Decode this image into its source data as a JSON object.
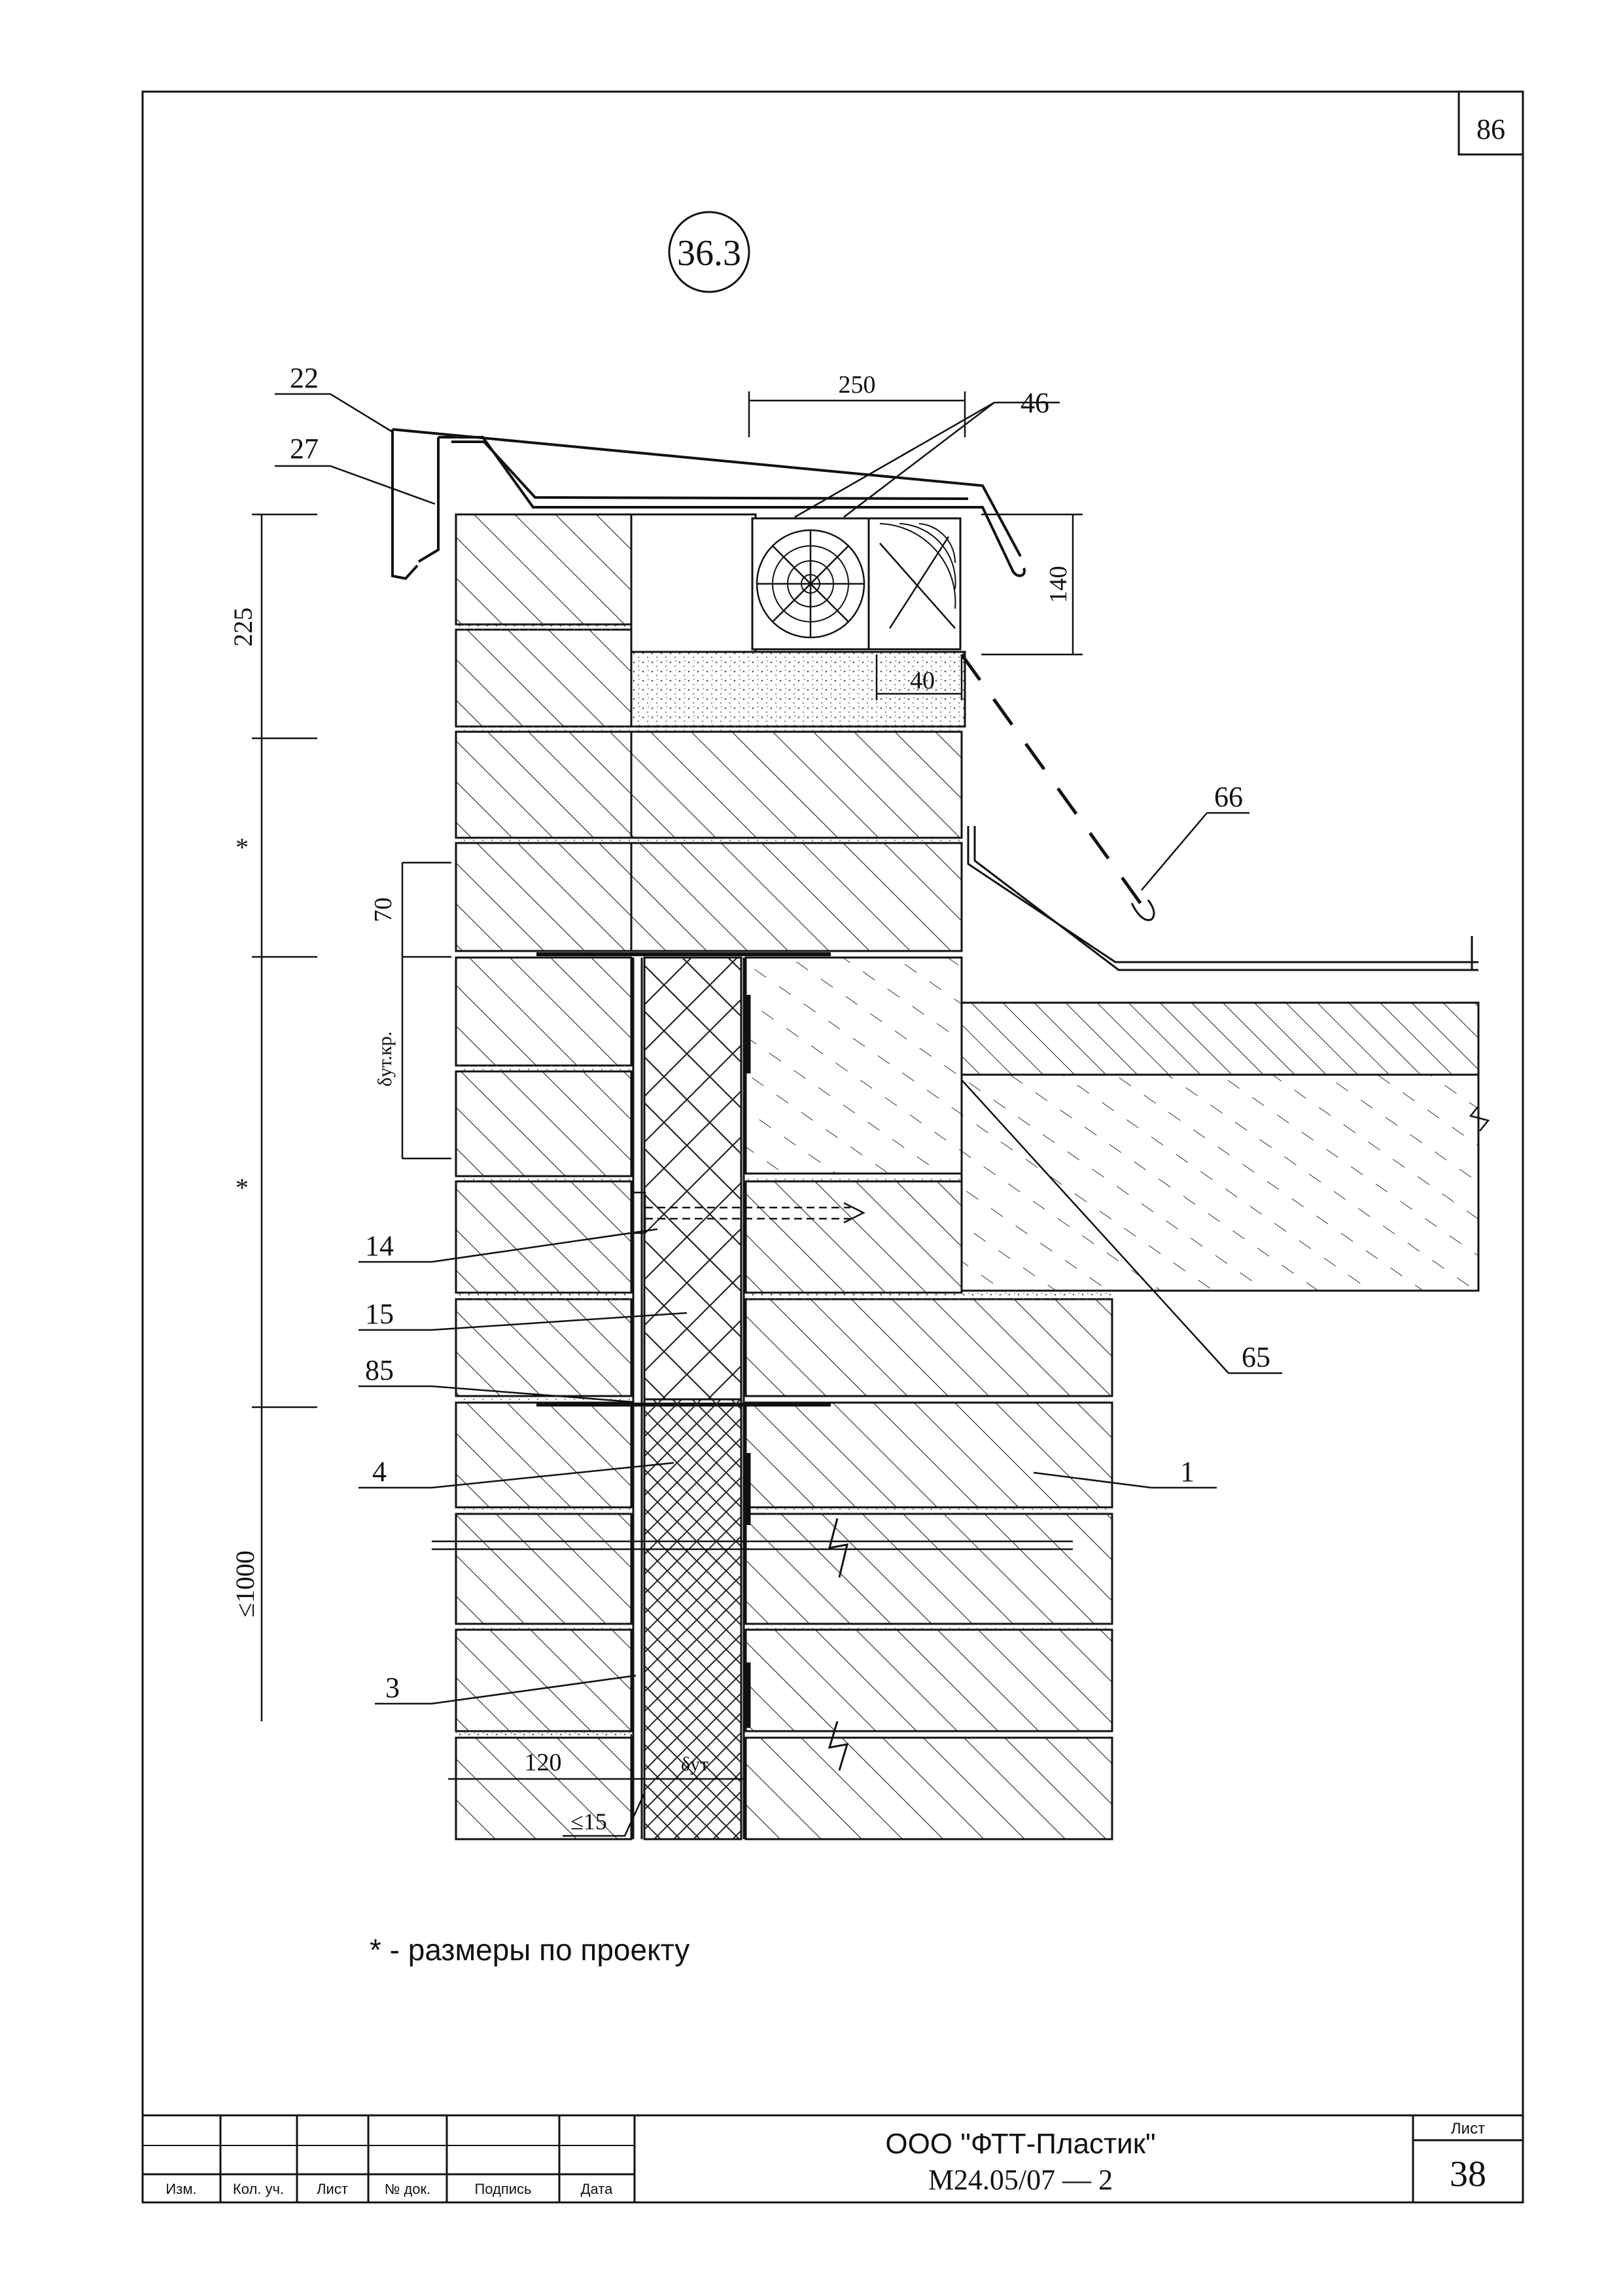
{
  "sheet_number_top": "86",
  "detail_mark": "36.3",
  "callouts": {
    "c22": "22",
    "c27": "27",
    "c46": "46",
    "c66": "66",
    "c65": "65",
    "c14": "14",
    "c15": "15",
    "c85": "85",
    "c4": "4",
    "c1": "1",
    "c3": "3"
  },
  "dimensions": {
    "d250": "250",
    "d140": "140",
    "d40": "40",
    "d225": "225",
    "star1": "*",
    "star2": "*",
    "d70": "70",
    "d_ins_edge": "δут.кр.",
    "d_le1000": "≤1000",
    "d120": "120",
    "d_ins": "δут",
    "d_le15": "≤15"
  },
  "note": "* - размеры по проекту",
  "title_block": {
    "headers": [
      "Изм.",
      "Кол. уч.",
      "Лист",
      "№ док.",
      "Подпись",
      "Дата"
    ],
    "company": "ООО \"ФТТ-Пластик\"",
    "code": "М24.05/07 — 2",
    "sheet_label": "Лист",
    "sheet_number": "38"
  }
}
